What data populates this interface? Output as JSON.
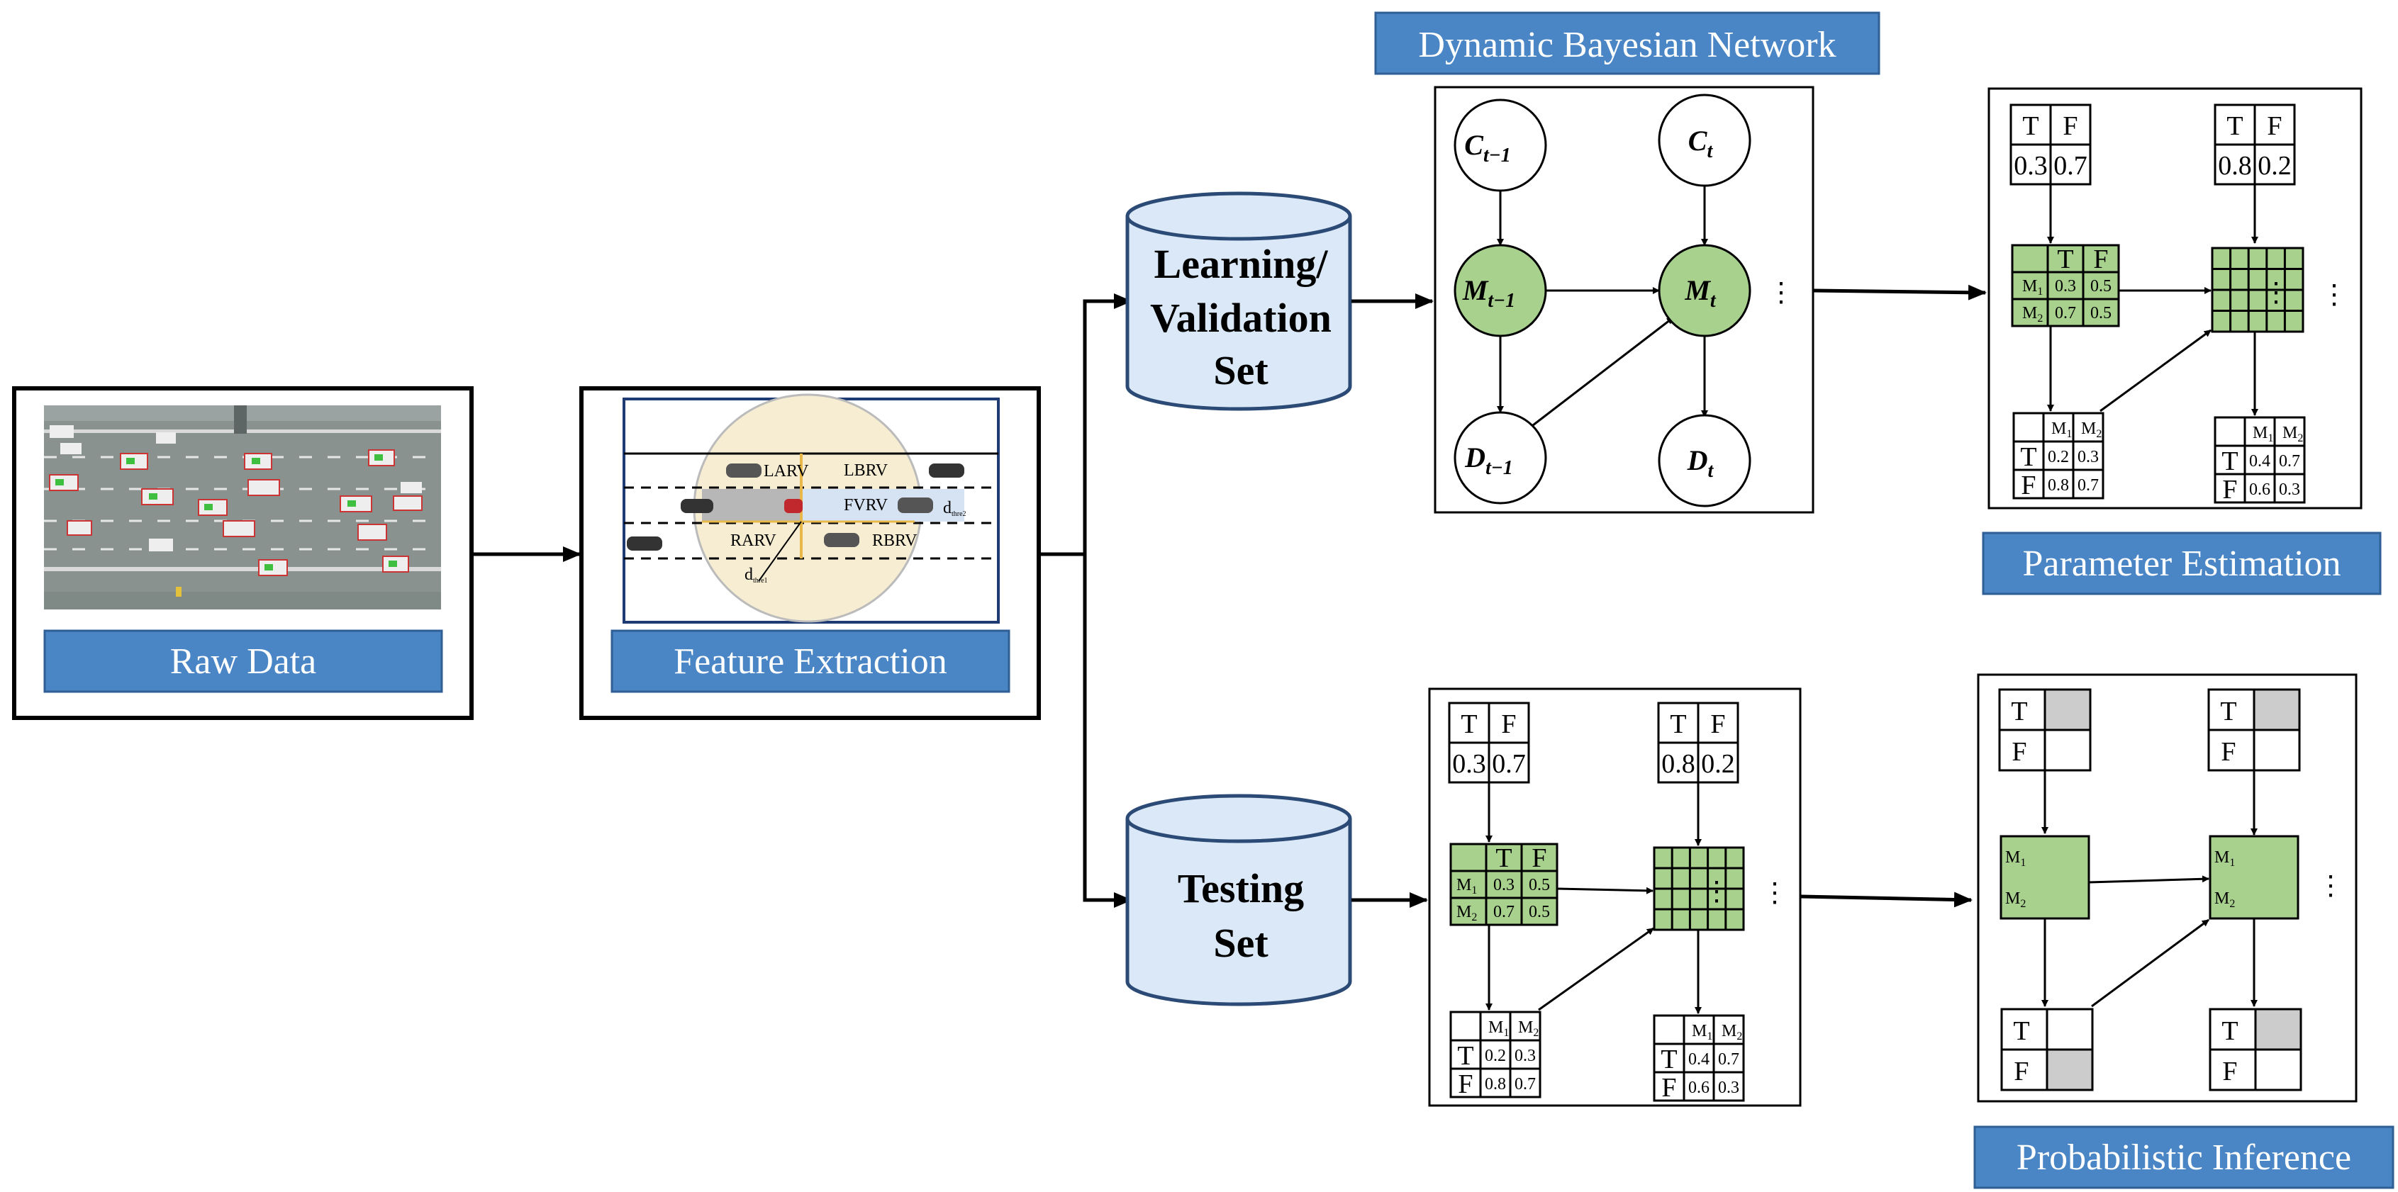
{
  "labels": {
    "raw_data": "Raw Data",
    "feature_extraction": "Feature Extraction",
    "dbn_title": "Dynamic Bayesian Network",
    "parameter_estimation": "Parameter Estimation",
    "probabilistic_inference": "Probabilistic Inference"
  },
  "databases": {
    "learning": [
      "Learning/",
      "Validation",
      "Set"
    ],
    "testing": [
      "Testing",
      "Set"
    ]
  },
  "feature_map": {
    "regions": [
      "LARV",
      "LBRV",
      "FVRV",
      "RARV",
      "RBRV"
    ],
    "distances": [
      "d",
      "d"
    ],
    "distance_subs": [
      "thre1",
      "thre2"
    ]
  },
  "dbn": {
    "nodes": {
      "c_prev": {
        "base": "C",
        "sub": "t−1"
      },
      "c_t": {
        "base": "C",
        "sub": "t"
      },
      "m_prev": {
        "base": "M",
        "sub": "t−1"
      },
      "m_t": {
        "base": "M",
        "sub": "t"
      },
      "d_prev": {
        "base": "D",
        "sub": "t−1"
      },
      "d_t": {
        "base": "D",
        "sub": "t"
      }
    },
    "ellipsis": "⋮"
  },
  "prior_tables": [
    {
      "headers": [
        "T",
        "F"
      ],
      "values": [
        "0.3",
        "0.7"
      ]
    },
    {
      "headers": [
        "T",
        "F"
      ],
      "values": [
        "0.8",
        "0.2"
      ]
    }
  ],
  "transition_table": {
    "headers": [
      "T",
      "F"
    ],
    "rows": [
      {
        "label": "M",
        "sub": "1",
        "values": [
          "0.3",
          "0.5"
        ]
      },
      {
        "label": "M",
        "sub": "2",
        "values": [
          "0.7",
          "0.5"
        ]
      }
    ]
  },
  "emission_tables": [
    {
      "headers": [
        [
          "M",
          "1"
        ],
        [
          "M",
          "2"
        ]
      ],
      "rows": [
        {
          "label": "T",
          "values": [
            "0.2",
            "0.3"
          ]
        },
        {
          "label": "F",
          "values": [
            "0.8",
            "0.7"
          ]
        }
      ]
    },
    {
      "headers": [
        [
          "M",
          "1"
        ],
        [
          "M",
          "2"
        ]
      ],
      "rows": [
        {
          "label": "T",
          "values": [
            "0.4",
            "0.7"
          ]
        },
        {
          "label": "F",
          "values": [
            "0.6",
            "0.3"
          ]
        }
      ]
    }
  ],
  "inference": {
    "state_labels": [
      "T",
      "F"
    ],
    "m_labels": [
      [
        "M",
        "1"
      ],
      [
        "M",
        "2"
      ]
    ]
  },
  "colors": {
    "label_blue": "#4a86c5",
    "cylinder": "#dae8f7",
    "node_green": "#a9d18e",
    "shade_gray": "#cccccc",
    "shade_purple": "#9999ff"
  }
}
